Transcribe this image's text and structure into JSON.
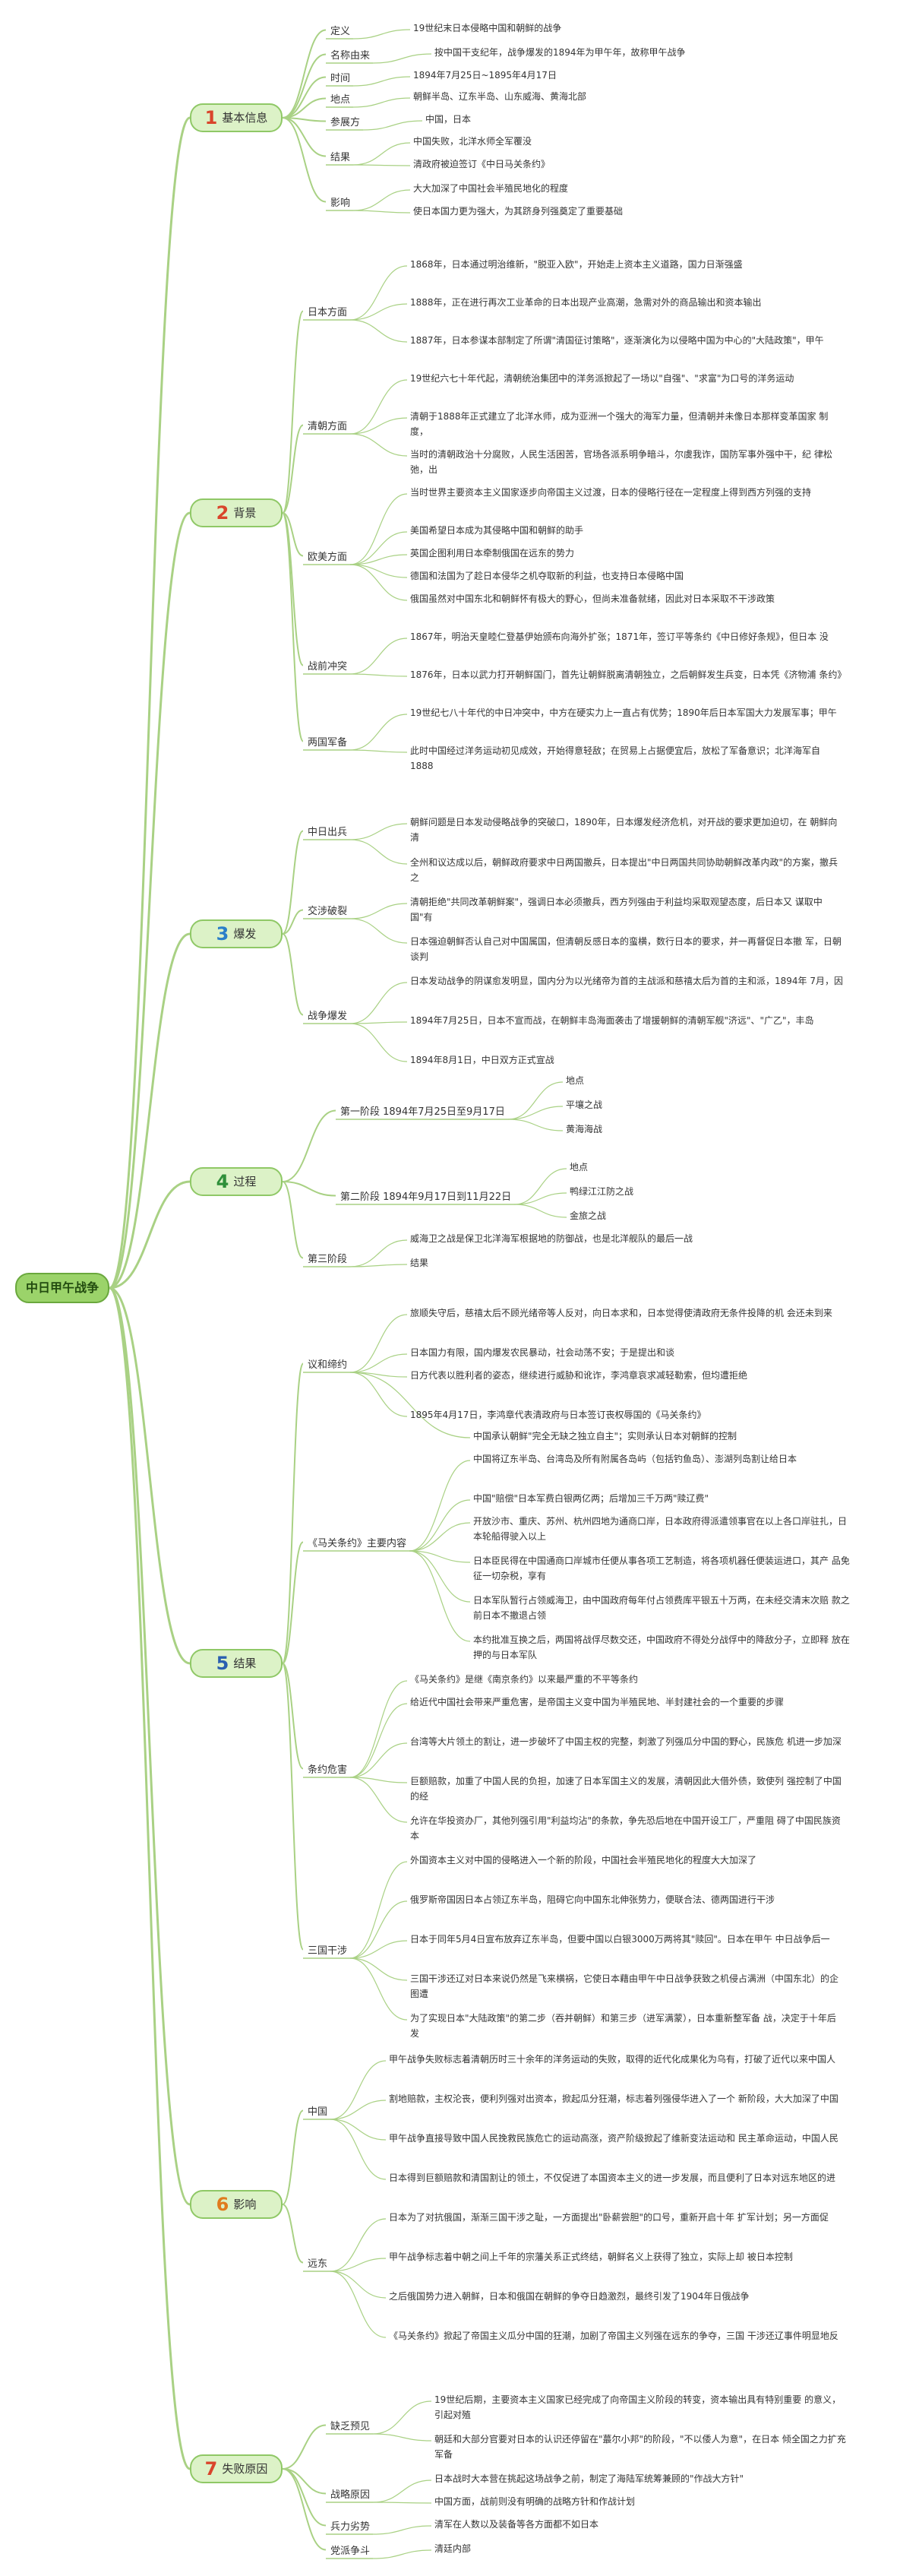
{
  "root": "中日甲午战争",
  "s1": {
    "num": "1",
    "label": "基本信息",
    "def_label": "定义",
    "def": "19世纪末日本侵略中国和朝鲜的战争",
    "name_label": "名称由来",
    "name": "按中国干支纪年，战争爆发的1894年为甲午年，故称甲午战争",
    "time_label": "时间",
    "time": "1894年7月25日~1895年4月17日",
    "place_label": "地点",
    "place": "朝鲜半岛、辽东半岛、山东威海、黄海北部",
    "parties_label": "参展方",
    "parties": "中国，日本",
    "result_label": "结果",
    "result_1": "中国失败，北洋水师全军覆没",
    "result_2": "清政府被迫签订《中日马关条约》",
    "impact_label": "影响",
    "impact_1": "大大加深了中国社会半殖民地化的程度",
    "impact_2": "使日本国力更为强大，为其跻身列强奠定了重要基础"
  },
  "s2": {
    "num": "2",
    "label": "背景",
    "jp_label": "日本方面",
    "jp_1": "1868年，日本通过明治维新，\"脱亚入欧\"，开始走上资本主义道路，国力日渐强盛",
    "jp_2": "1888年，正在进行再次工业革命的日本出现产业高潮，急需对外的商品输出和资本输出",
    "jp_3": "1887年，日本参谋本部制定了所谓\"清国征讨策略\"，逐渐演化为以侵略中国为中心的\"大陆政策\"，甲午",
    "qing_label": "清朝方面",
    "qing_1": "19世纪六七十年代起，清朝统治集团中的洋务派掀起了一场以\"自强\"、\"求富\"为口号的洋务运动",
    "qing_2": "清朝于1888年正式建立了北洋水师，成为亚洲一个强大的海军力量，但清朝并未像日本那样变革国家 制度，",
    "qing_3": "当时的清朝政治十分腐败，人民生活困苦，官场各派系明争暗斗，尔虞我诈，国防军事外强中干，纪 律松弛，出",
    "west_label": "欧美方面",
    "west_1": "当时世界主要资本主义国家逐步向帝国主义过渡，日本的侵略行径在一定程度上得到西方列强的支持",
    "west_2": "美国希望日本成为其侵略中国和朝鲜的助手",
    "west_3": "英国企图利用日本牵制俄国在远东的势力",
    "west_4": "德国和法国为了趁日本侵华之机夺取新的利益，也支持日本侵略中国",
    "west_5": "俄国虽然对中国东北和朝鲜怀有极大的野心，但尚未准备就绪，因此对日本采取不干涉政策",
    "pre_label": "战前冲突",
    "pre_1": "1867年，明治天皇睦仁登基伊始颁布向海外扩张；1871年，签订平等条约《中日修好条规》，但日本 没",
    "pre_2": "1876年，日本以武力打开朝鲜国门，首先让朝鲜脱离清朝独立，之后朝鲜发生兵变，日本凭《济物浦 条约》",
    "arms_label": "两国军备",
    "arms_1": "19世纪七八十年代的中日冲突中，中方在硬实力上一直占有优势；1890年后日本军国大力发展军事；甲午",
    "arms_2": "此时中国经过洋务运动初见成效，开始得意轻敌；在贸易上占据便宜后，放松了军备意识；北洋海军自 1888"
  },
  "s3": {
    "num": "3",
    "label": "爆发",
    "cn_label": "中日出兵",
    "cn_1": "朝鲜问题是日本发动侵略战争的突破口，1890年，日本爆发经济危机，对开战的要求更加迫切，在 朝鲜向清",
    "diplo_label": "交涉破裂",
    "diplo_1": "全州和议达成以后，朝鲜政府要求中日两国撤兵，日本提出\"中日两国共同协助朝鲜改革内政\"的方案，撤兵之",
    "diplo_2": "清朝拒绝\"共同改革朝鲜案\"，强调日本必须撤兵，西方列强由于利益均采取观望态度，后日本又 谋取中国\"有",
    "diplo_3": "日本强迫朝鲜否认自己对中国属国，但清朝反感日本的蛮横，数行日本的要求，并一再督促日本撤 军，日朝谈判",
    "war_label": "战争爆发",
    "war_1": "日本发动战争的阴谋愈发明显，国内分为以光绪帝为首的主战派和慈禧太后为首的主和派，1894年 7月，因",
    "war_2": "1894年7月25日，日本不宣而战，在朝鲜丰岛海面袭击了增援朝鲜的清朝军舰\"济远\"、\"广乙\"，丰岛",
    "war_3": "1894年8月1日，中日双方正式宣战"
  },
  "s4": {
    "num": "4",
    "label": "过程",
    "p1_label": "第一阶段 1894年7月25日至9月17日",
    "p1_1": "地点",
    "p1_2": "平壤之战",
    "p1_3": "黄海海战",
    "p2_label": "第二阶段 1894年9月17日到11月22日",
    "p2_1": "地点",
    "p2_2": "鸭绿江江防之战",
    "p2_3": "金旅之战",
    "p3_label": "第三阶段",
    "p3_1": "威海卫之战是保卫北洋海军根据地的防御战，也是北洋舰队的最后一战",
    "p3_2": "结果"
  },
  "s5": {
    "num": "5",
    "label": "结果",
    "peace_label": "议和缔约",
    "peace_1": "旅顺失守后，慈禧太后不顾光绪帝等人反对，向日本求和，日本觉得使清政府无条件投降的机 会还未到来",
    "peace_2": "日本国力有限，国内爆发农民暴动，社会动荡不安；于是提出和谈",
    "peace_3": "日方代表以胜利者的姿态，继续进行威胁和讹诈，李鸿章哀求减轻勒索，但均遭拒绝",
    "peace_4": "1895年4月17日，李鸿章代表清政府与日本签订丧权辱国的《马关条约》",
    "treaty_label": "《马关条约》主要内容",
    "treaty_1": "中国承认朝鲜\"完全无缺之独立自主\"；实则承认日本对朝鲜的控制",
    "treaty_2": "中国将辽东半岛、台湾岛及所有附属各岛屿（包括钓鱼岛）、澎湖列岛割让给日本",
    "treaty_3": "中国\"赔偿\"日本军费白银两亿两；后增加三千万两\"赎辽费\"",
    "treaty_4": "开放沙市、重庆、苏州、杭州四地为通商口岸，日本政府得派遣领事官在以上各口岸驻扎，日本轮船得驶入以上",
    "treaty_5": "日本臣民得在中国通商口岸城市任便从事各项工艺制造，将各项机器任便装运进口，其产 品免征一切杂税，享有",
    "treaty_6": "日本军队暂行占领威海卫，由中国政府每年付占领费库平银五十万两，在未经交清末次赔 款之前日本不撤退占领",
    "treaty_7": "本约批准互换之后，两国将战俘尽数交还，中国政府不得处分战俘中的降敌分子，立即释 放在押的与日本军队",
    "harm_label": "条约危害",
    "harm_1": "《马关条约》是继《南京条约》以来最严重的不平等条约",
    "harm_2": "给近代中国社会带来严重危害，是帝国主义变中国为半殖民地、半封建社会的一个重要的步骤",
    "harm_3": "台湾等大片领土的割让，进一步破坏了中国主权的完整，刺激了列强瓜分中国的野心，民族危 机进一步加深",
    "harm_4": "巨额赔款，加重了中国人民的负担，加速了日本军国主义的发展，清朝因此大借外债，致使列 强控制了中国的经",
    "harm_5": "允许在华投资办厂，其他列强引用\"利益均沾\"的条款，争先恐后地在中国开设工厂，严重阻 碍了中国民族资本",
    "harm_6": "外国资本主义对中国的侵略进入一个新的阶段，中国社会半殖民地化的程度大大加深了",
    "triple_label": "三国干涉",
    "triple_1": "俄罗斯帝国因日本占领辽东半岛，阻碍它向中国东北伸张势力，便联合法、德两国进行干涉",
    "triple_2": "日本于同年5月4日宣布放弃辽东半岛，但要中国以白银3000万两将其\"赎回\"。日本在甲午 中日战争后一",
    "triple_3": "三国干涉还辽对日本来说仍然是飞来横祸，它使日本藉由甲午中日战争获致之机侵占满洲（中国东北）的企图遭",
    "triple_4": "为了实现日本\"大陆政策\"的第二步（吞并朝鲜）和第三步（进军满蒙），日本重新整军备 战，决定于十年后发"
  },
  "s6": {
    "num": "6",
    "label": "影响",
    "cn_label": "中国",
    "cn_1": "甲午战争失败标志着清朝历时三十余年的洋务运动的失败，取得的近代化成果化为乌有，打破了近代以来中国人",
    "cn_2": "割地赔款，主权沦丧，便利列强对出资本，掀起瓜分狂潮，标志着列强侵华进入了一个 新阶段，大大加深了中国",
    "cn_3": "甲午战争直接导致中国人民挽救民族危亡的运动高涨，资产阶级掀起了维新变法运动和 民主革命运动，中国人民",
    "fe_label": "远东",
    "fe_1": "日本得到巨额赔款和清国割让的领土，不仅促进了本国资本主义的进一步发展，而且便利了日本对远东地区的进",
    "fe_2": "日本为了对抗俄国，渐渐三国干涉之耻，一方面提出\"卧薪尝胆\"的口号，重新开启十年 扩军计划；另一方面促",
    "fe_3": "甲午战争标志着中朝之间上千年的宗藩关系正式终结，朝鲜名义上获得了独立，实际上却 被日本控制",
    "fe_4": "之后俄国势力进入朝鲜，日本和俄国在朝鲜的争夺日趋激烈，最终引发了1904年日俄战争",
    "fe_5": "《马关条约》掀起了帝国主义瓜分中国的狂潮，加剧了帝国主义列强在远东的争夺，三国 干涉还辽事件明显地反"
  },
  "s7": {
    "num": "7",
    "label": "失败原因",
    "warn_label": "缺乏预见",
    "warn_1": "19世纪后期，主要资本主义国家已经完成了向帝国主义阶段的转变，资本输出具有特别重要 的意义，引起对殖",
    "warn_2": "朝廷和大部分官要对日本的认识还停留在\"蕞尔小邦\"的阶段，\"不以倭人为意\"，在日本 倾全国之力扩充军备",
    "strat_label": "战略原因",
    "strat_1": "日本战时大本营在挑起这场战争之前，制定了海陆军统筹兼顾的\"作战大方针\"",
    "strat_2": "中国方面，战前则没有明确的战略方针和作战计划",
    "force_label": "兵力劣势",
    "force_1": "清军在人数以及装备等各方面都不如日本",
    "party_label": "党派争斗",
    "party_1": "清廷内部"
  },
  "colors": {
    "line": "#a9d184",
    "accent": "#8fc866",
    "num": "#d9452b"
  }
}
